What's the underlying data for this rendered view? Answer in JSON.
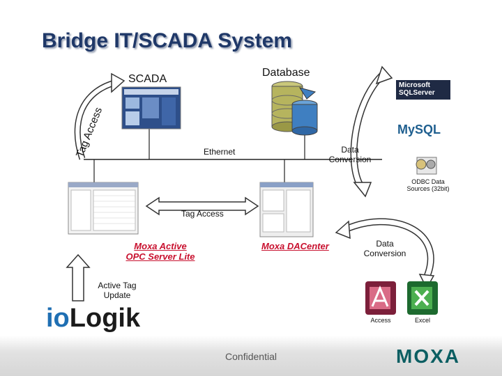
{
  "title": "Bridge IT/SCADA System",
  "labels": {
    "scada": "SCADA",
    "database": "Database",
    "ethernet": "Ethernet",
    "data_conversion_top": "Data\nConversion",
    "tag_access_left": "Tag Access",
    "tag_access_middle": "Tag Access",
    "moxa_active_opc": "Moxa Active\nOPC Server Lite",
    "moxa_dacenter": "Moxa DACenter",
    "data_conversion_bottom": "Data\nConversion",
    "active_tag_update": "Active Tag\nUpdate",
    "odbc": "ODBC Data\nSources (32bit)",
    "access": "Access",
    "excel": "Excel",
    "sql_server": "Microsoft\nSQLServer",
    "mysql": "MySQL",
    "iologik_io": "io",
    "iologik_rest": "Logik",
    "confidential": "Confidential",
    "moxa_logo": "MOXA"
  },
  "colors": {
    "title": "#1f3868",
    "red_link": "#c8102e",
    "moxa": "#0b5e62",
    "line": "#222222"
  }
}
